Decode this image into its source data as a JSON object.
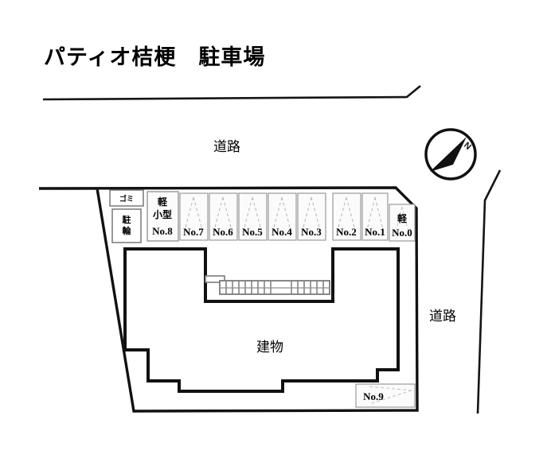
{
  "title": "パティオ桔梗　駐車場",
  "labels": {
    "road_top": "道路",
    "road_right": "道路",
    "building": "建物",
    "compass": "N"
  },
  "facilities": [
    {
      "id": "gomi",
      "label": "ゴミ",
      "name": "trash-area"
    },
    {
      "id": "chuurin",
      "label": "駐輪",
      "name": "bicycle-parking-area"
    }
  ],
  "stalls": [
    {
      "id": "no8",
      "number": "No.8",
      "type": "軽",
      "type2": "小型",
      "orient": "vertical"
    },
    {
      "id": "no7",
      "number": "No.7",
      "type": "",
      "type2": "",
      "orient": "vertical"
    },
    {
      "id": "no6",
      "number": "No.6",
      "type": "",
      "type2": "",
      "orient": "vertical"
    },
    {
      "id": "no5",
      "number": "No.5",
      "type": "",
      "type2": "",
      "orient": "vertical"
    },
    {
      "id": "no4",
      "number": "No.4",
      "type": "",
      "type2": "",
      "orient": "vertical"
    },
    {
      "id": "no3",
      "number": "No.3",
      "type": "",
      "type2": "",
      "orient": "vertical"
    },
    {
      "id": "no2",
      "number": "No.2",
      "type": "",
      "type2": "",
      "orient": "vertical"
    },
    {
      "id": "no1",
      "number": "No.1",
      "type": "",
      "type2": "",
      "orient": "vertical"
    },
    {
      "id": "no0",
      "number": "No.0",
      "type": "軽",
      "type2": "",
      "orient": "vertical"
    },
    {
      "id": "no9",
      "number": "No.9",
      "type": "",
      "type2": "",
      "orient": "horizontal"
    }
  ],
  "colors": {
    "ink": "#000000",
    "stall_outline": "#9a9a9a",
    "stall_mark": "#b5b5b5",
    "stairs": "#7b7b7b",
    "background": "#ffffff"
  }
}
